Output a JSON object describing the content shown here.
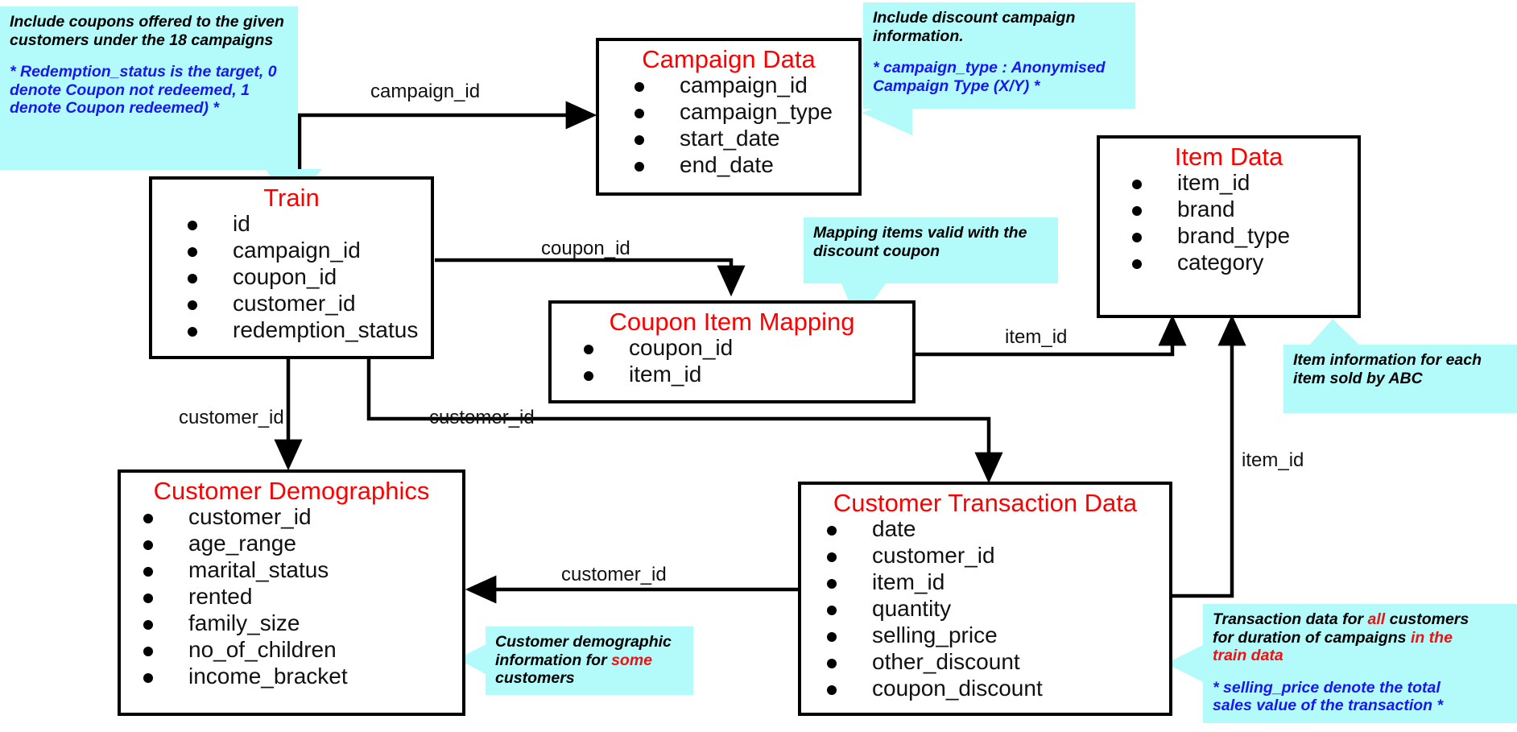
{
  "diagram": {
    "title": "Dataset Relationship Diagram",
    "colors": {
      "entity_title": "#ff0000",
      "note_background": "#b3fbfb",
      "note_accent_blue": "#1818ee",
      "note_accent_red": "#ee1111",
      "border": "#000000"
    }
  },
  "entities": {
    "train": {
      "title": "Train",
      "fields": [
        "id",
        "campaign_id",
        "coupon_id",
        "customer_id",
        "redemption_status"
      ]
    },
    "campaign_data": {
      "title": "Campaign Data",
      "fields": [
        "campaign_id",
        "campaign_type",
        "start_date",
        "end_date"
      ]
    },
    "coupon_item_mapping": {
      "title": "Coupon Item Mapping",
      "fields": [
        "coupon_id",
        "item_id"
      ]
    },
    "item_data": {
      "title": "Item Data",
      "fields": [
        "item_id",
        "brand",
        "brand_type",
        "category"
      ]
    },
    "customer_demographics": {
      "title": "Customer Demographics",
      "fields": [
        "customer_id",
        "age_range",
        "marital_status",
        "rented",
        "family_size",
        "no_of_children",
        "income_bracket"
      ]
    },
    "customer_transaction_data": {
      "title": "Customer Transaction Data",
      "fields": [
        "date",
        "customer_id",
        "item_id",
        "quantity",
        "selling_price",
        "other_discount",
        "coupon_discount"
      ]
    }
  },
  "edge_labels": {
    "train_to_campaign": "campaign_id",
    "train_to_coupon_item": "coupon_id",
    "train_to_demographics": "customer_id",
    "train_to_transaction": "customer_id",
    "coupon_item_to_item": "item_id",
    "transaction_to_item": "item_id",
    "transaction_to_demographics": "customer_id"
  },
  "notes": {
    "train_note": {
      "line1": "Include coupons offered to the given",
      "line2": "customers under the 18 campaigns",
      "line3": "* Redemption_status is the target, 0",
      "line4": "denote Coupon not redeemed, 1",
      "line5": "denote Coupon redeemed) *"
    },
    "campaign_note": {
      "line1": "Include discount campaign",
      "line2": "information.",
      "line3": "* campaign_type :  Anonymised",
      "line4": "Campaign Type (X/Y) *"
    },
    "coupon_item_note": {
      "line1": "Mapping items valid with the",
      "line2": "discount coupon"
    },
    "item_note": {
      "line1": " Item information for each",
      "line2": "item sold by ABC"
    },
    "demographics_note": {
      "line1_a": "Customer demographic",
      "line2_a": "information for ",
      "line2_b": "some",
      "line3_a": "customers"
    },
    "transaction_note": {
      "l1_a": "Transaction data for ",
      "l1_b": "all",
      "l1_c": " customers",
      "l2_a": "for duration of campaigns ",
      "l2_b": "in the",
      "l3_b": "train data",
      "l4_a": "* selling_price denote the total",
      "l5_a": "sales value of the transaction *"
    }
  }
}
